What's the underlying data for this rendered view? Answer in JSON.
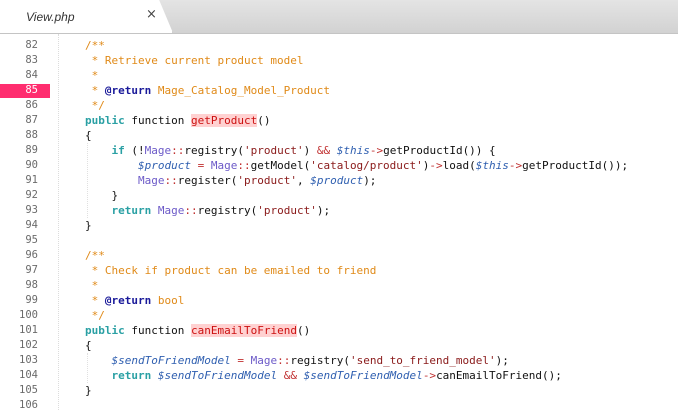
{
  "tab": {
    "title": "View.php",
    "close": "×"
  },
  "lines": [
    {
      "n": "82",
      "segs": [
        {
          "c": "cm",
          "t": "/**"
        }
      ]
    },
    {
      "n": "83",
      "segs": [
        {
          "c": "cm",
          "t": " * Retrieve current product model"
        }
      ]
    },
    {
      "n": "84",
      "segs": [
        {
          "c": "cm",
          "t": " *"
        }
      ]
    },
    {
      "n": "85",
      "bookmark": true,
      "segs": [
        {
          "c": "cm",
          "t": " * "
        },
        {
          "c": "cm-tag",
          "t": "@return"
        },
        {
          "c": "cm",
          "t": " Mage_Catalog_Model_Product"
        }
      ]
    },
    {
      "n": "86",
      "segs": [
        {
          "c": "cm",
          "t": " */"
        }
      ]
    },
    {
      "n": "87",
      "segs": [
        {
          "c": "kw",
          "t": "public"
        },
        {
          "c": "",
          "t": " function "
        },
        {
          "c": "fn-hl",
          "t": "getProduct"
        },
        {
          "c": "",
          "t": "()"
        }
      ]
    },
    {
      "n": "88",
      "segs": [
        {
          "c": "",
          "t": "{"
        }
      ]
    },
    {
      "n": "89",
      "segs": [
        {
          "c": "",
          "t": "    "
        },
        {
          "c": "kw",
          "t": "if"
        },
        {
          "c": "",
          "t": " (!"
        },
        {
          "c": "cls",
          "t": "Mage"
        },
        {
          "c": "op",
          "t": "::"
        },
        {
          "c": "",
          "t": "registry("
        },
        {
          "c": "str",
          "t": "'product'"
        },
        {
          "c": "",
          "t": ") "
        },
        {
          "c": "op",
          "t": "&&"
        },
        {
          "c": "",
          "t": " "
        },
        {
          "c": "this",
          "t": "$this"
        },
        {
          "c": "op",
          "t": "->"
        },
        {
          "c": "",
          "t": "getProductId()) {"
        }
      ]
    },
    {
      "n": "90",
      "segs": [
        {
          "c": "",
          "t": "        "
        },
        {
          "c": "var",
          "t": "$product"
        },
        {
          "c": "",
          "t": " "
        },
        {
          "c": "op",
          "t": "="
        },
        {
          "c": "",
          "t": " "
        },
        {
          "c": "cls",
          "t": "Mage"
        },
        {
          "c": "op",
          "t": "::"
        },
        {
          "c": "",
          "t": "getModel("
        },
        {
          "c": "str",
          "t": "'catalog/product'"
        },
        {
          "c": "",
          "t": ")"
        },
        {
          "c": "op",
          "t": "->"
        },
        {
          "c": "",
          "t": "load("
        },
        {
          "c": "this",
          "t": "$this"
        },
        {
          "c": "op",
          "t": "->"
        },
        {
          "c": "",
          "t": "getProductId());"
        }
      ]
    },
    {
      "n": "91",
      "segs": [
        {
          "c": "",
          "t": "        "
        },
        {
          "c": "cls",
          "t": "Mage"
        },
        {
          "c": "op",
          "t": "::"
        },
        {
          "c": "",
          "t": "register("
        },
        {
          "c": "str",
          "t": "'product'"
        },
        {
          "c": "",
          "t": ", "
        },
        {
          "c": "var",
          "t": "$product"
        },
        {
          "c": "",
          "t": ");"
        }
      ]
    },
    {
      "n": "92",
      "segs": [
        {
          "c": "",
          "t": "    }"
        }
      ]
    },
    {
      "n": "93",
      "segs": [
        {
          "c": "",
          "t": "    "
        },
        {
          "c": "kw",
          "t": "return"
        },
        {
          "c": "",
          "t": " "
        },
        {
          "c": "cls",
          "t": "Mage"
        },
        {
          "c": "op",
          "t": "::"
        },
        {
          "c": "",
          "t": "registry("
        },
        {
          "c": "str",
          "t": "'product'"
        },
        {
          "c": "",
          "t": ");"
        }
      ]
    },
    {
      "n": "94",
      "segs": [
        {
          "c": "",
          "t": "}"
        }
      ]
    },
    {
      "n": "95",
      "segs": []
    },
    {
      "n": "96",
      "segs": [
        {
          "c": "cm",
          "t": "/**"
        }
      ]
    },
    {
      "n": "97",
      "segs": [
        {
          "c": "cm",
          "t": " * Check if product can be emailed to friend"
        }
      ]
    },
    {
      "n": "98",
      "segs": [
        {
          "c": "cm",
          "t": " *"
        }
      ]
    },
    {
      "n": "99",
      "segs": [
        {
          "c": "cm",
          "t": " * "
        },
        {
          "c": "cm-tag",
          "t": "@return"
        },
        {
          "c": "cm",
          "t": " bool"
        }
      ]
    },
    {
      "n": "100",
      "segs": [
        {
          "c": "cm",
          "t": " */"
        }
      ]
    },
    {
      "n": "101",
      "segs": [
        {
          "c": "kw",
          "t": "public"
        },
        {
          "c": "",
          "t": " function "
        },
        {
          "c": "fn-hl",
          "t": "canEmailToFriend"
        },
        {
          "c": "",
          "t": "()"
        }
      ]
    },
    {
      "n": "102",
      "segs": [
        {
          "c": "",
          "t": "{"
        }
      ]
    },
    {
      "n": "103",
      "segs": [
        {
          "c": "",
          "t": "    "
        },
        {
          "c": "var",
          "t": "$sendToFriendModel"
        },
        {
          "c": "",
          "t": " "
        },
        {
          "c": "op",
          "t": "="
        },
        {
          "c": "",
          "t": " "
        },
        {
          "c": "cls",
          "t": "Mage"
        },
        {
          "c": "op",
          "t": "::"
        },
        {
          "c": "",
          "t": "registry("
        },
        {
          "c": "str",
          "t": "'send_to_friend_model'"
        },
        {
          "c": "",
          "t": ");"
        }
      ]
    },
    {
      "n": "104",
      "segs": [
        {
          "c": "",
          "t": "    "
        },
        {
          "c": "kw",
          "t": "return"
        },
        {
          "c": "",
          "t": " "
        },
        {
          "c": "var",
          "t": "$sendToFriendModel"
        },
        {
          "c": "",
          "t": " "
        },
        {
          "c": "op",
          "t": "&&"
        },
        {
          "c": "",
          "t": " "
        },
        {
          "c": "var",
          "t": "$sendToFriendModel"
        },
        {
          "c": "op",
          "t": "->"
        },
        {
          "c": "",
          "t": "canEmailToFriend();"
        }
      ]
    },
    {
      "n": "105",
      "segs": [
        {
          "c": "",
          "t": "}"
        }
      ]
    },
    {
      "n": "106",
      "segs": []
    }
  ]
}
